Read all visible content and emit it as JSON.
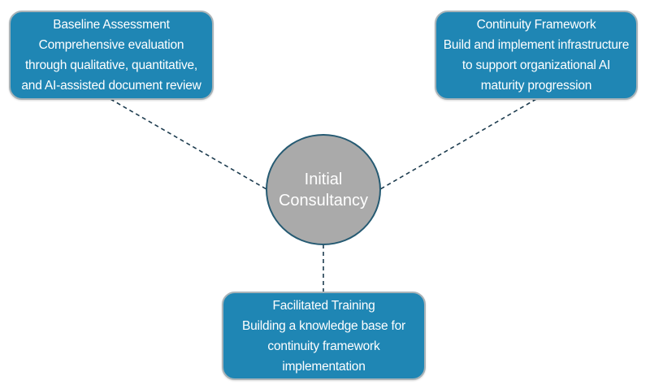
{
  "diagram": {
    "type": "hub-and-spoke",
    "colors": {
      "box_fill": "#1f86b4",
      "box_border": "#a8b3b8",
      "hub_fill": "#aaaaaa",
      "hub_border": "#255a72",
      "connector": "#1d3c4f",
      "text": "#ffffff"
    },
    "hub": {
      "lines": [
        "Initial",
        "Consultancy"
      ]
    },
    "nodes": [
      {
        "id": "baseline",
        "title": "Baseline Assessment",
        "lines": [
          "Comprehensive evaluation",
          "through qualitative, quantitative,",
          "and AI-assisted document review"
        ]
      },
      {
        "id": "continuity",
        "title": "Continuity Framework",
        "lines": [
          "Build and implement infrastructure",
          "to support organizational AI",
          "maturity progression"
        ]
      },
      {
        "id": "training",
        "title": "Facilitated Training",
        "lines": [
          "Building a knowledge base for",
          "continuity framework",
          "implementation"
        ]
      }
    ],
    "edges": [
      {
        "from": "hub",
        "to": "baseline",
        "style": "dashed"
      },
      {
        "from": "hub",
        "to": "continuity",
        "style": "dashed"
      },
      {
        "from": "hub",
        "to": "training",
        "style": "dashed"
      }
    ]
  }
}
